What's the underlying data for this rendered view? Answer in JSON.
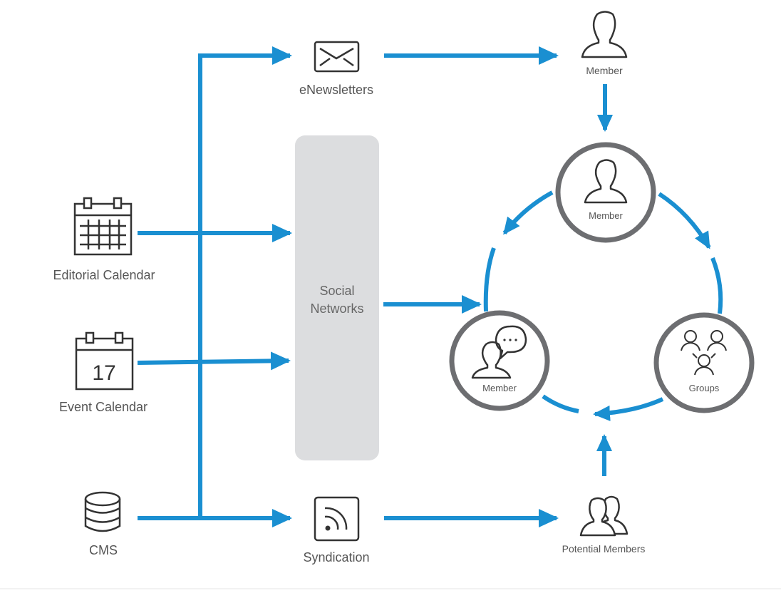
{
  "sources": {
    "editorial_calendar": "Editorial Calendar",
    "event_calendar": "Event Calendar",
    "event_calendar_day": "17",
    "cms": "CMS"
  },
  "channels": {
    "enewsletters": "eNewsletters",
    "social_networks_line1": "Social",
    "social_networks_line2": "Networks",
    "syndication": "Syndication"
  },
  "audience": {
    "member_top": "Member",
    "member_circle_top": "Member",
    "member_circle_left": "Member",
    "groups": "Groups",
    "potential_members": "Potential Members"
  },
  "colors": {
    "arrow_blue": "#1a8fd1",
    "ring_gray": "#6d6e71",
    "social_box": "#dcdddf",
    "icon_dark": "#333333",
    "text_gray": "#555555"
  }
}
